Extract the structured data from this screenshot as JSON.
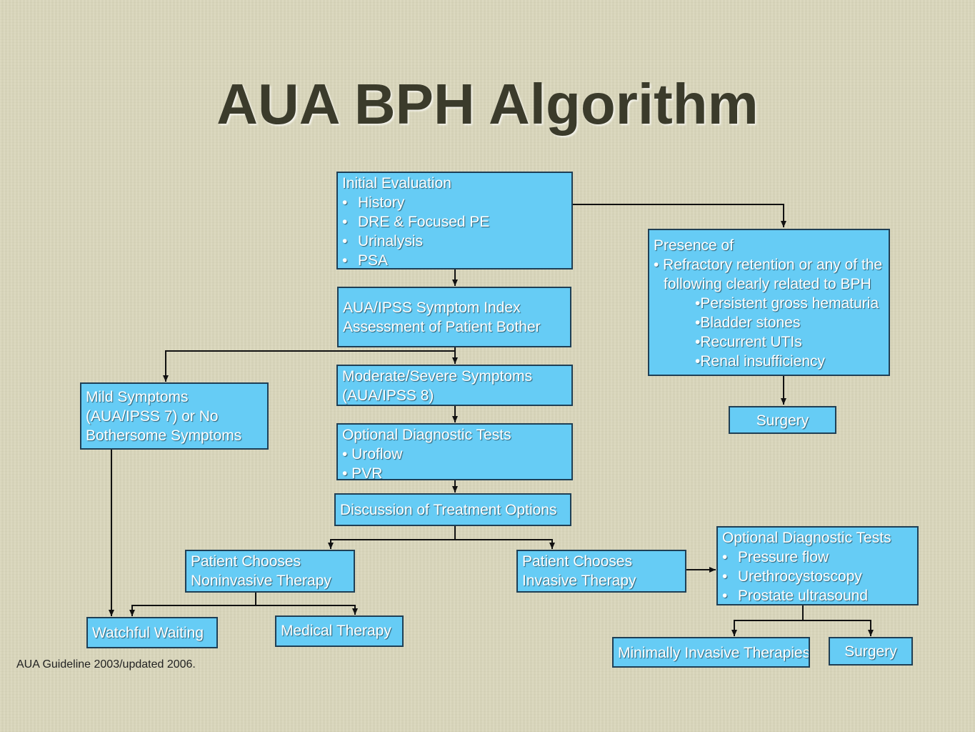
{
  "title": "AUA BPH Algorithm",
  "footer": "AUA Guideline 2003/updated 2006.",
  "nodes": {
    "initial_evaluation": {
      "heading": "Initial Evaluation",
      "items": [
        "History",
        "DRE & Focused PE",
        "Urinalysis",
        "PSA"
      ]
    },
    "symptom_index": {
      "lines": [
        "AUA/IPSS Symptom Index",
        "Assessment of Patient Bother"
      ]
    },
    "presence_of": {
      "heading": "Presence of",
      "line1": "• Refractory retention or any of the",
      "line2": "following clearly related to BPH",
      "items": [
        "•Persistent gross hematuria",
        "•Bladder stones",
        "•Recurrent UTIs",
        "•Renal insufficiency"
      ]
    },
    "surgery_top": {
      "label": "Surgery"
    },
    "mild_symptoms": {
      "lines": [
        "Mild Symptoms",
        "(AUA/IPSS 7) or No",
        "Bothersome Symptoms"
      ]
    },
    "moderate_severe": {
      "lines": [
        "Moderate/Severe Symptoms",
        "(AUA/IPSS 8)"
      ]
    },
    "optional_tests_1": {
      "heading": "Optional Diagnostic Tests",
      "items": [
        "• Uroflow",
        "• PVR"
      ]
    },
    "discussion": {
      "label": "Discussion of Treatment Options"
    },
    "noninvasive": {
      "lines": [
        "Patient Chooses",
        "Noninvasive Therapy"
      ]
    },
    "invasive": {
      "lines": [
        "Patient Chooses",
        "Invasive Therapy"
      ]
    },
    "optional_tests_2": {
      "heading": "Optional Diagnostic Tests",
      "items": [
        "Pressure flow",
        "Urethrocystoscopy",
        "Prostate ultrasound"
      ]
    },
    "watchful_waiting": {
      "label": "Watchful Waiting"
    },
    "medical_therapy": {
      "label": "Medical Therapy"
    },
    "minimally_invasive": {
      "label": "Minimally Invasive Therapies"
    },
    "surgery_bottom": {
      "label": "Surgery"
    }
  },
  "colors": {
    "box_fill": "#66ccf5",
    "box_border": "#1f3f55",
    "background": "#d9d6bb",
    "title": "#3b3b2b"
  }
}
